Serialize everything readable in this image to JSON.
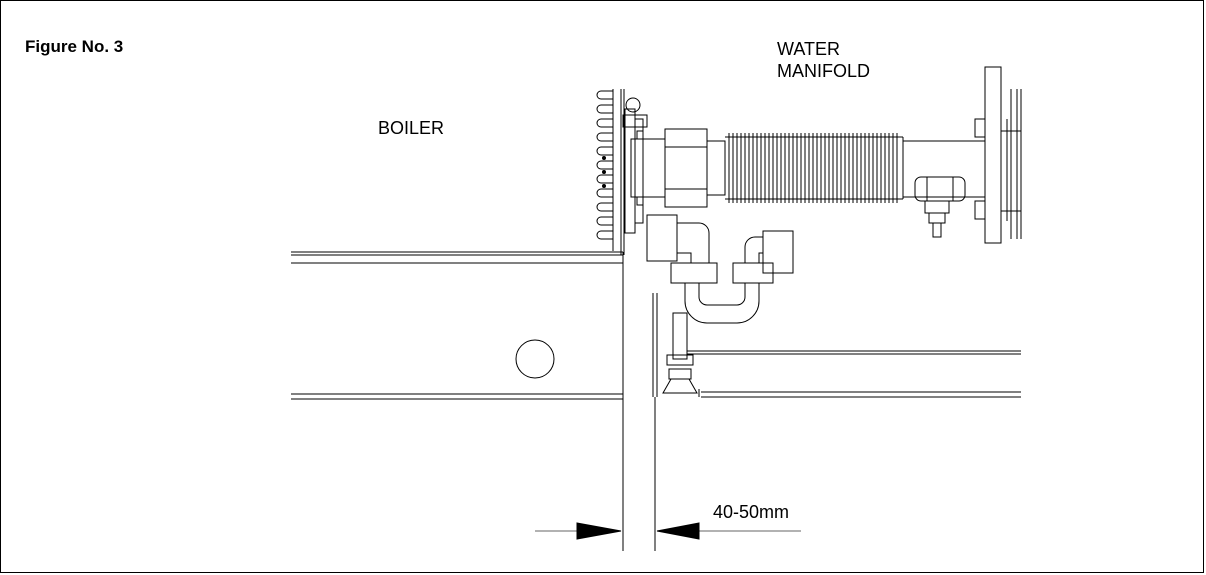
{
  "figure": {
    "title": "Figure No. 3"
  },
  "labels": {
    "boiler": "BOILER",
    "manifold_line1": "WATER",
    "manifold_line2": "MANIFOLD",
    "dimension": "40-50mm"
  },
  "colors": {
    "ink": "#000000",
    "background": "#ffffff",
    "dim_line": "#666666"
  }
}
